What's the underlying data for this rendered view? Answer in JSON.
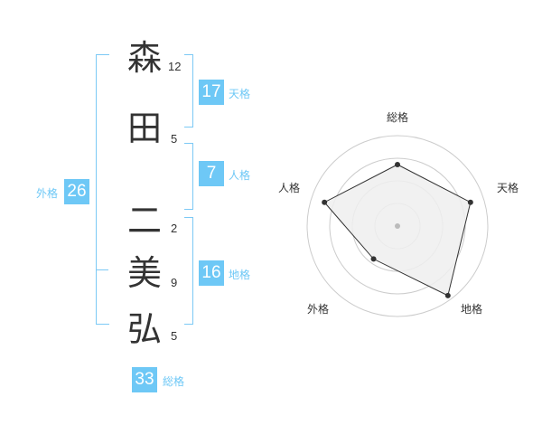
{
  "name_chars": [
    {
      "char": "森",
      "strokes": "12"
    },
    {
      "char": "田",
      "strokes": "5"
    },
    {
      "char": "二",
      "strokes": "2"
    },
    {
      "char": "美",
      "strokes": "9"
    },
    {
      "char": "弘",
      "strokes": "5"
    }
  ],
  "kakusu": {
    "tenkaku": {
      "value": "17",
      "label": "天格"
    },
    "jinkaku": {
      "value": "7",
      "label": "人格"
    },
    "chikaku": {
      "value": "16",
      "label": "地格"
    },
    "gaikaku": {
      "value": "26",
      "label": "外格"
    },
    "soukaku": {
      "value": "33",
      "label": "総格"
    }
  },
  "radar": {
    "axes": [
      "総格",
      "天格",
      "地格",
      "外格",
      "人格"
    ],
    "levels": 4,
    "values": [
      0.68,
      0.85,
      0.95,
      0.45,
      0.85
    ],
    "colors": {
      "fill": "#eeeeee",
      "stroke": "#333333",
      "grid": "#cccccc",
      "center": "#bbbbbb"
    }
  },
  "colors": {
    "accent": "#6ec8f6",
    "bracket": "#7cc9f5",
    "text": "#333333"
  }
}
